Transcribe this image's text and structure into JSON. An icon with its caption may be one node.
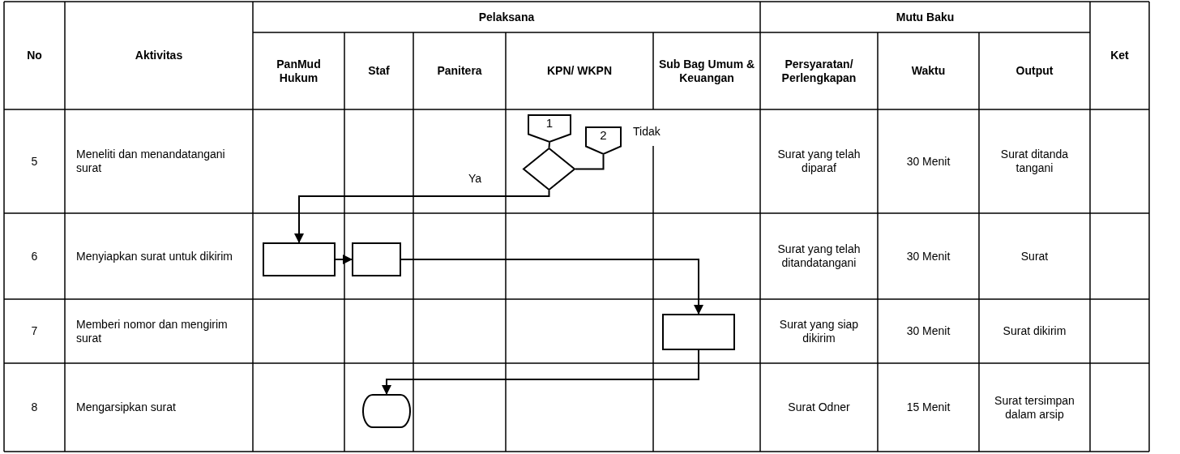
{
  "diagram": {
    "nodes": [
      {
        "text": [
          "1"
        ]
      },
      {
        "text": [
          "2"
        ],
        "beside": [
          "Tidak"
        ]
      },
      {
        "text": [],
        "shape": "diamond"
      },
      {
        "text": [],
        "shape": "box"
      },
      {
        "text": [],
        "shape": "box"
      },
      {
        "text": [],
        "shape": "box"
      },
      {
        "text": [],
        "shape": "terminal"
      }
    ],
    "edges": [
      {
        "from": 0,
        "to": 2,
        "arrow": "none"
      },
      {
        "from": 2,
        "to": 1,
        "arrow": "none"
      },
      {
        "from": 2,
        "to": 3,
        "arrow": "to",
        "label": "Ya"
      },
      {
        "from": 3,
        "to": 4,
        "arrow": "to"
      },
      {
        "from": 4,
        "to": 5,
        "arrow": "to"
      },
      {
        "from": 5,
        "to": 6,
        "arrow": "to"
      }
    ],
    "labels": [
      "No",
      "Aktivitas",
      "Pelaksana",
      "Mutu Baku",
      "Ket",
      "PanMud Hukum",
      "Staf",
      "Panitera",
      "KPN/ WKPN",
      "Sub Bag Umum & Keuangan",
      "Persyaratan/ Perlengkapan",
      "Waktu",
      "Output",
      "5",
      "Meneliti dan menandatangani surat",
      "Surat yang telah diparaf",
      "30 Menit",
      "Surat ditanda tangani",
      "6",
      "Menyiapkan surat untuk dikirim",
      "Surat yang telah ditandatangani",
      "30 Menit",
      "Surat",
      "7",
      "Memberi nomor dan mengirim surat",
      "Surat yang siap dikirim",
      "30 Menit",
      "Surat dikirim",
      "8",
      "Mengarsipkan surat",
      "Surat Odner",
      "15 Menit",
      "Surat tersimpan dalam arsip"
    ]
  }
}
